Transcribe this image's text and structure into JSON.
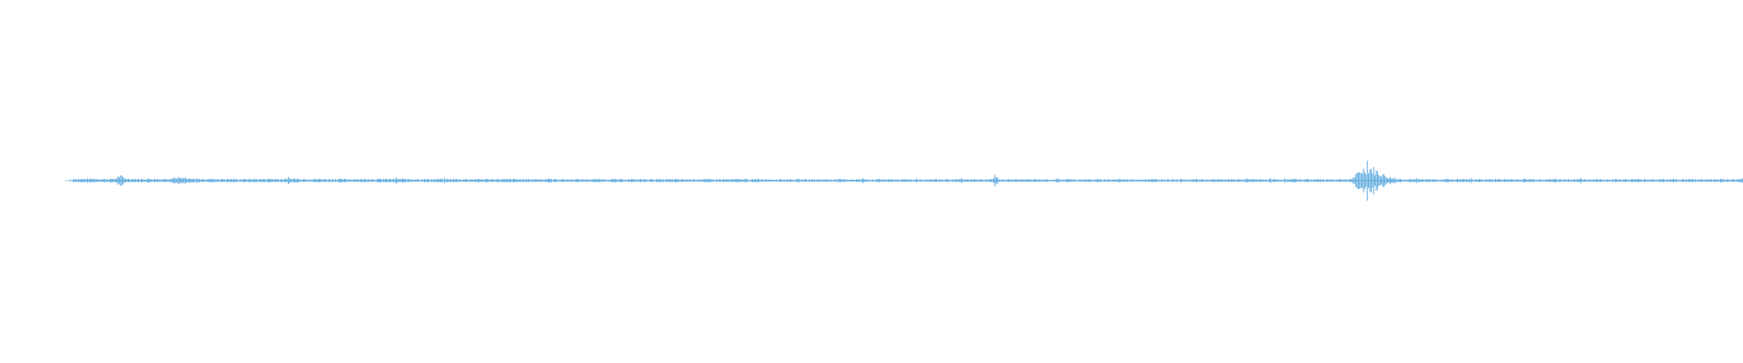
{
  "waveform": {
    "color": "#5aa7dd",
    "amplitude_profile": [
      0.12,
      0.16,
      0.14,
      0.13,
      0.15,
      0.13,
      0.14,
      0.12,
      0.14,
      0.13,
      0.4,
      0.18,
      0.14,
      0.13,
      0.12,
      0.14,
      0.15,
      0.13,
      0.12,
      0.14,
      0.22,
      0.24,
      0.2,
      0.15,
      0.14,
      0.13,
      0.12,
      0.13,
      0.14,
      0.13,
      0.12,
      0.12,
      0.13,
      0.12,
      0.11,
      0.12,
      0.13,
      0.12,
      0.12,
      0.13,
      0.12,
      0.13,
      0.14,
      0.16,
      0.17,
      0.15,
      0.13,
      0.12,
      0.12,
      0.13,
      0.12,
      0.12,
      0.13,
      0.12,
      0.12,
      0.11,
      0.12,
      0.12,
      0.13,
      0.12,
      0.12,
      0.13,
      0.12,
      0.12,
      0.14,
      0.13,
      0.12,
      0.12,
      0.11,
      0.12,
      0.12,
      0.12,
      0.13,
      0.12,
      0.12,
      0.12,
      0.11,
      0.12,
      0.11,
      0.12,
      0.11,
      0.12,
      0.12,
      0.11,
      0.12,
      0.11,
      0.12,
      0.12,
      0.11,
      0.11,
      0.12,
      0.11,
      0.11,
      0.12,
      0.11,
      0.11,
      0.11,
      0.1,
      0.11,
      0.11,
      0.1,
      0.11,
      0.11,
      0.12,
      0.11,
      0.11,
      0.11,
      0.1,
      0.11,
      0.11,
      0.1,
      0.11,
      0.11,
      0.1,
      0.1,
      0.11,
      0.1,
      0.1,
      0.11,
      0.1,
      0.1,
      0.1,
      0.11,
      0.1,
      0.1,
      0.1,
      0.1,
      0.11,
      0.1,
      0.1,
      0.11,
      0.12,
      0.11,
      0.1,
      0.1,
      0.11,
      0.1,
      0.1,
      0.11,
      0.1,
      0.1,
      0.1,
      0.09,
      0.1,
      0.1,
      0.09,
      0.1,
      0.1,
      0.09,
      0.1,
      0.1,
      0.1,
      0.09,
      0.1,
      0.11,
      0.1,
      0.09,
      0.1,
      0.1,
      0.09,
      0.1,
      0.1,
      0.09,
      0.1,
      0.09,
      0.1,
      0.1,
      0.09,
      0.1,
      0.09,
      0.09,
      0.1,
      0.09,
      0.09,
      0.1,
      0.09,
      0.1,
      0.09,
      0.1,
      0.09,
      0.3,
      0.1,
      0.09,
      0.1,
      0.09,
      0.09,
      0.1,
      0.09,
      0.1,
      0.09,
      0.09,
      0.09,
      0.1,
      0.09,
      0.09,
      0.1,
      0.09,
      0.09,
      0.1,
      0.09,
      0.1,
      0.09,
      0.09,
      0.1,
      0.1,
      0.09,
      0.1,
      0.09,
      0.1,
      0.11,
      0.1,
      0.1,
      0.09,
      0.1,
      0.1,
      0.09,
      0.1,
      0.09,
      0.1,
      0.1,
      0.1,
      0.09,
      0.1,
      0.1,
      0.09,
      0.1,
      0.1,
      0.1,
      0.09,
      0.1,
      0.1,
      0.1,
      0.1,
      0.1,
      0.1,
      0.1,
      0.1,
      0.1,
      0.1,
      0.1,
      0.1,
      0.1,
      0.1,
      0.1,
      0.1,
      0.1,
      0.1,
      0.1,
      0.1,
      0.1,
      0.45,
      0.8,
      1.0,
      0.95,
      0.7,
      0.5,
      0.3,
      0.2,
      0.14,
      0.12,
      0.11,
      0.1,
      0.1,
      0.11,
      0.1,
      0.1,
      0.11,
      0.1,
      0.11,
      0.1,
      0.12,
      0.11,
      0.1,
      0.11,
      0.1,
      0.11,
      0.1,
      0.11,
      0.1,
      0.1,
      0.11,
      0.1,
      0.11,
      0.12,
      0.11,
      0.1,
      0.11,
      0.1,
      0.1,
      0.11,
      0.1,
      0.11,
      0.1,
      0.1,
      0.11,
      0.1,
      0.1,
      0.11,
      0.1,
      0.1,
      0.11,
      0.1,
      0.1,
      0.1,
      0.11,
      0.1,
      0.1,
      0.1,
      0.11,
      0.1,
      0.1,
      0.1,
      0.11,
      0.1,
      0.1,
      0.11,
      0.1,
      0.1,
      0.1,
      0.1,
      0.1,
      0.1,
      0.1,
      0.1,
      0.1,
      0.1
    ]
  }
}
